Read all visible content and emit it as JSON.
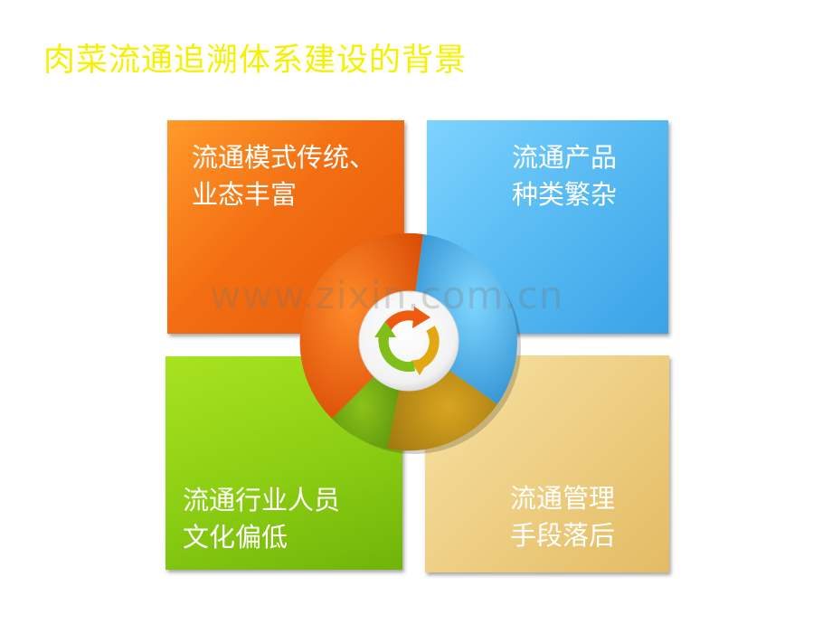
{
  "title": "肉菜流通追溯体系建设的背景",
  "tiles": [
    {
      "line1": "流通模式传统、",
      "line2": "业态丰富"
    },
    {
      "line1": "流通产品",
      "line2": "种类繁杂"
    },
    {
      "line1": "流通行业人员",
      "line2": "文化偏低"
    },
    {
      "line1": "流通管理",
      "line2": "手段落后"
    }
  ],
  "watermark": "www.zixin.com.cn",
  "colors": {
    "title": "#f7f000",
    "orange": "#f36e12",
    "blue": "#57baf2",
    "green": "#8bcd12",
    "tan": "#eecf84"
  },
  "center_icon": "recycle-arrows-icon"
}
